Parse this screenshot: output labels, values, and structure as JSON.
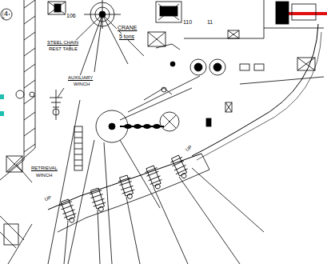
{
  "diagram": {
    "labels": [
      "4",
      "106",
      "CRANE",
      "5 tons",
      "110",
      "11",
      "STEEL CHAIN",
      "REST TABLE",
      "AUXILIARY",
      "WINCH",
      "RETRIEVAL",
      "WINCH",
      "UP",
      "UP"
    ]
  }
}
